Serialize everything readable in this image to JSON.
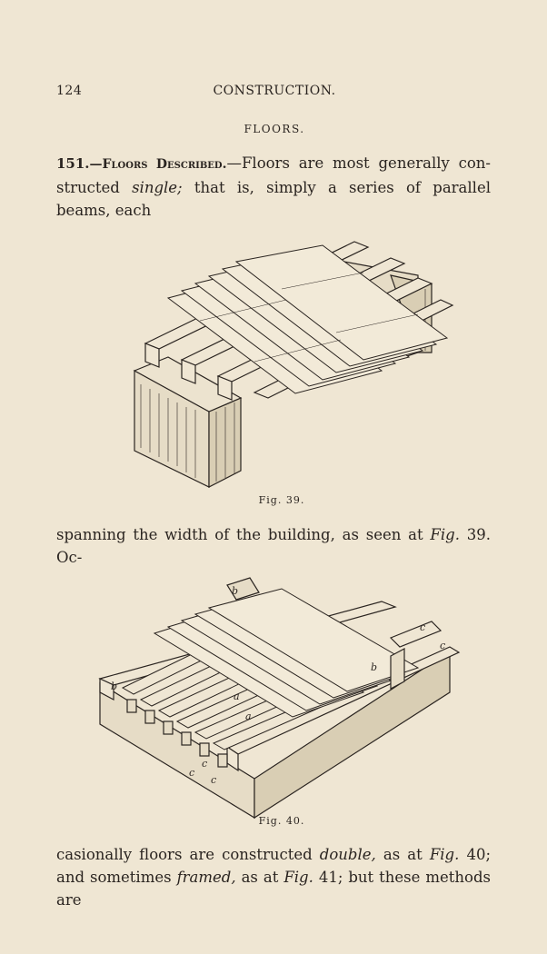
{
  "header": {
    "page_number": "124",
    "running_title": "CONSTRUCTION."
  },
  "section_title": "FLOORS.",
  "para1": {
    "number": "151.",
    "heading": "—Floors Described.",
    "text_before": "—Floors are most generally con-",
    "text_line2a": "structed ",
    "single": "single;",
    "text_line2b": " that is, simply a series of parallel beams, each"
  },
  "fig1": {
    "caption": "Fig. 39."
  },
  "para2": {
    "text_a": "spanning the width of the building, as seen at ",
    "fig_ref": "Fig.",
    "text_b": " 39.  Oc-"
  },
  "fig2": {
    "caption": "Fig. 40.",
    "labels": [
      "b",
      "b",
      "c",
      "c",
      "b",
      "a",
      "a",
      "c",
      "c",
      "c"
    ]
  },
  "para3": {
    "text_a": "casionally floors are constructed ",
    "double": "double,",
    "text_b": " as at ",
    "fig_ref1": "Fig.",
    "text_c": " 40; and sometimes ",
    "framed": "framed,",
    "text_d": " as at ",
    "fig_ref2": "Fig.",
    "text_e": " 41; but these methods are"
  }
}
